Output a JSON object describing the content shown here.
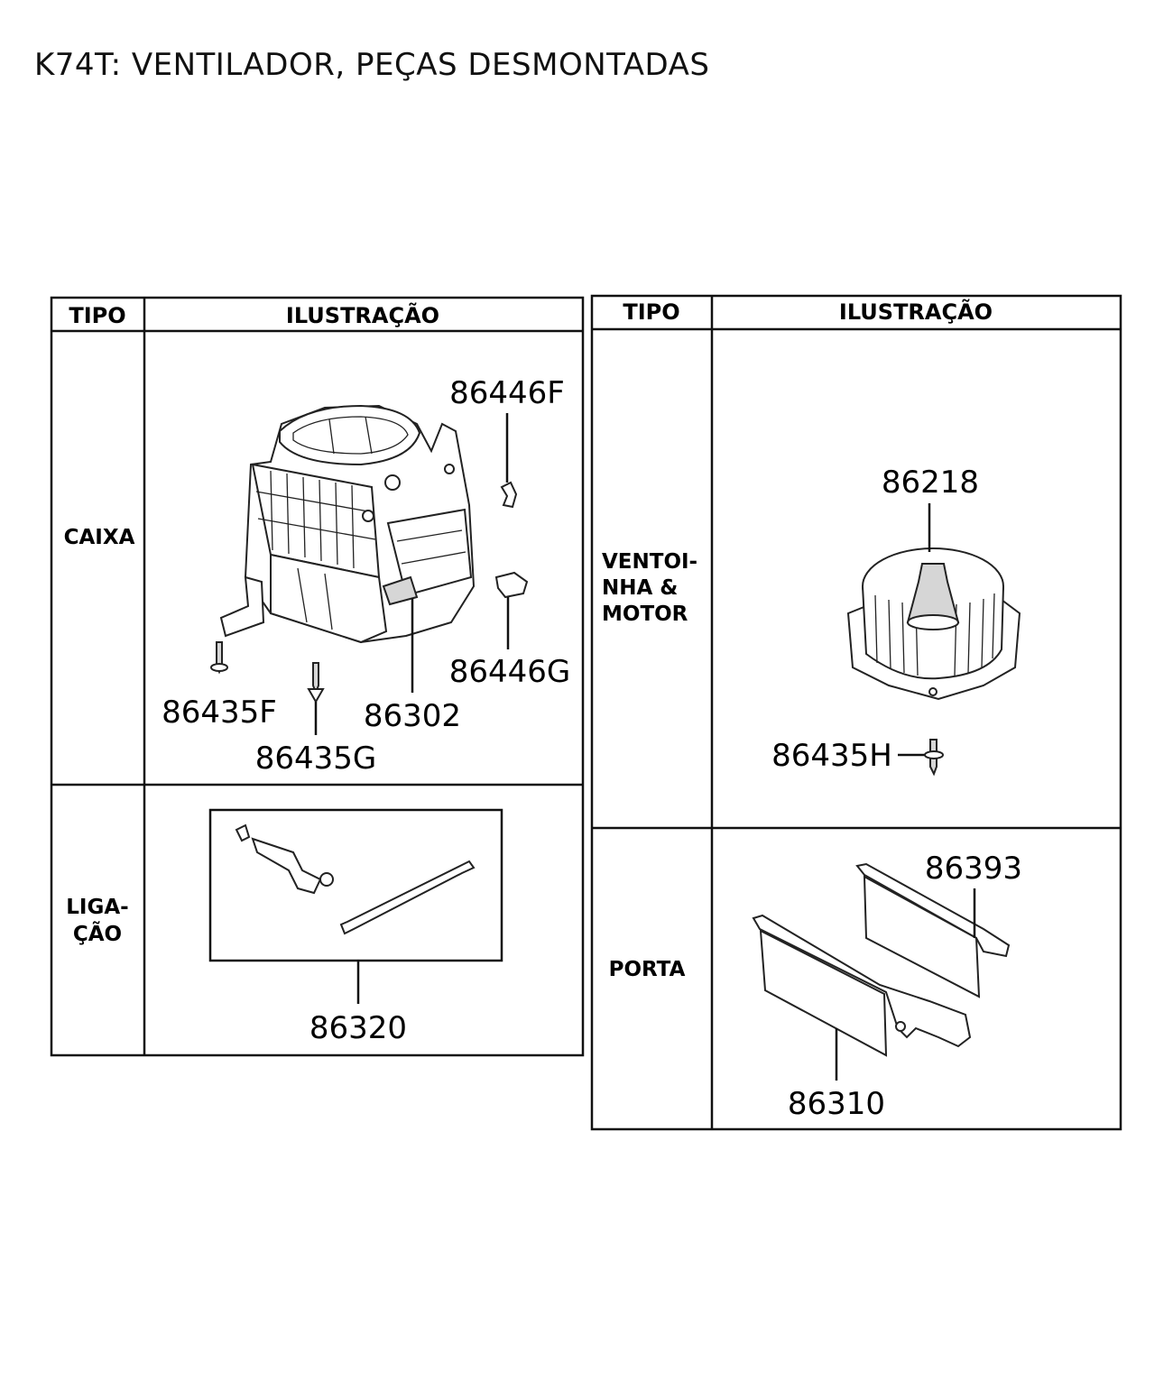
{
  "title": "K74T: VENTILADOR, PEÇAS DESMONTADAS",
  "left_table": {
    "header": {
      "tipo": "TIPO",
      "ilustracao": "ILUSTRAÇÃO"
    },
    "rows": [
      {
        "tipo_lines": [
          "CAIXA"
        ],
        "parts": [
          "86446F",
          "86446G",
          "86435F",
          "86435G",
          "86302"
        ]
      },
      {
        "tipo_lines": [
          "LIGA-",
          "ÇÃO"
        ],
        "parts": [
          "86320"
        ]
      }
    ]
  },
  "right_table": {
    "header": {
      "tipo": "TIPO",
      "ilustracao": "ILUSTRAÇÃO"
    },
    "rows": [
      {
        "tipo_lines": [
          "VENTOI-",
          "NHA &",
          "MOTOR"
        ],
        "parts": [
          "86218",
          "86435H"
        ]
      },
      {
        "tipo_lines": [
          "PORTA"
        ],
        "parts": [
          "86393",
          "86310"
        ]
      }
    ]
  }
}
